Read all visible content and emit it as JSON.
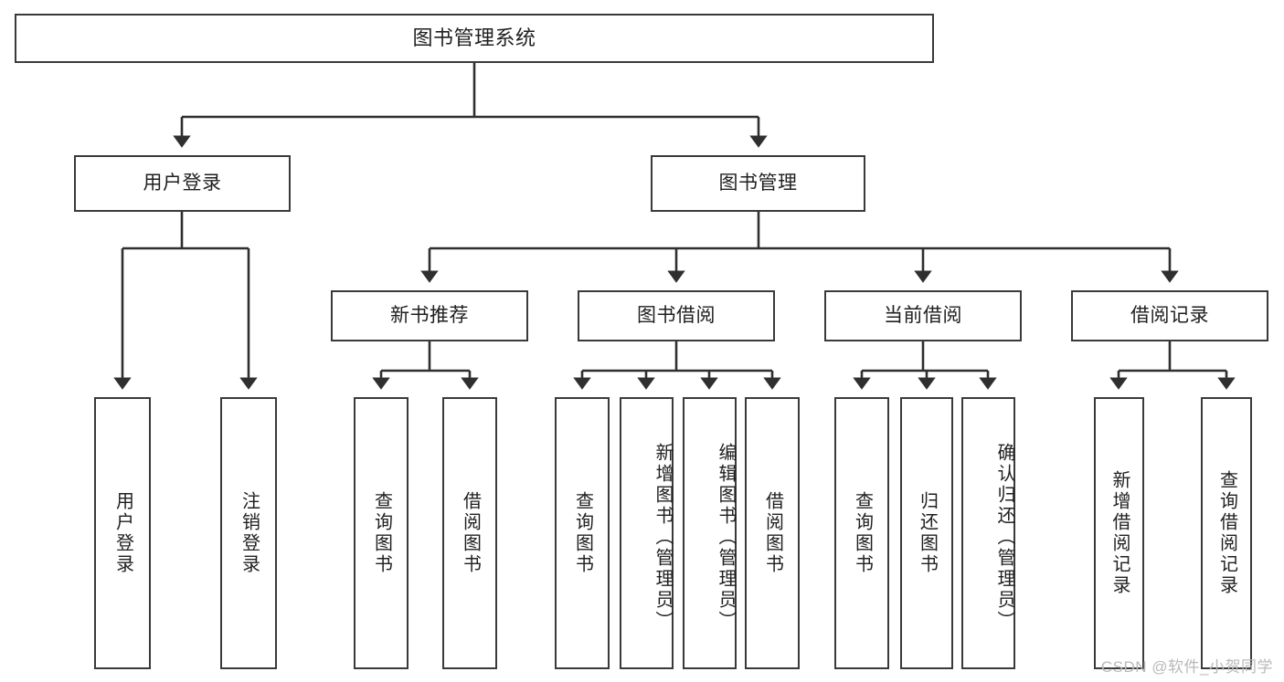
{
  "diagram": {
    "type": "tree-hierarchy",
    "title": "图书管理系统",
    "root": {
      "label": "图书管理系统"
    },
    "level2": [
      {
        "id": "user-login",
        "label": "用户登录"
      },
      {
        "id": "book-manage",
        "label": "图书管理"
      }
    ],
    "level3": [
      {
        "id": "new-book-rec",
        "label": "新书推荐",
        "parent": "book-manage"
      },
      {
        "id": "book-borrow",
        "label": "图书借阅",
        "parent": "book-manage"
      },
      {
        "id": "current-borrow",
        "label": "当前借阅",
        "parent": "book-manage"
      },
      {
        "id": "borrow-record",
        "label": "借阅记录",
        "parent": "book-manage"
      }
    ],
    "leaves": [
      {
        "id": "user-login",
        "label": "用户登录",
        "parent": "user-login"
      },
      {
        "id": "user-logout",
        "label": "注销登录",
        "parent": "user-login"
      },
      {
        "id": "query-book-1",
        "label": "查询图书",
        "parent": "new-book-rec"
      },
      {
        "id": "borrow-book-1",
        "label": "借阅图书",
        "parent": "new-book-rec"
      },
      {
        "id": "query-book-2",
        "label": "查询图书",
        "parent": "book-borrow"
      },
      {
        "id": "add-book",
        "label": "新增图书（管理员）",
        "parent": "book-borrow"
      },
      {
        "id": "edit-book",
        "label": "编辑图书（管理员）",
        "parent": "book-borrow"
      },
      {
        "id": "borrow-book-2",
        "label": "借阅图书",
        "parent": "book-borrow"
      },
      {
        "id": "query-book-3",
        "label": "查询图书",
        "parent": "current-borrow"
      },
      {
        "id": "return-book",
        "label": "归还图书",
        "parent": "current-borrow"
      },
      {
        "id": "confirm-return",
        "label": "确认归还（管理员）",
        "parent": "current-borrow"
      },
      {
        "id": "add-record",
        "label": "新增借阅记录",
        "parent": "borrow-record"
      },
      {
        "id": "query-record",
        "label": "查询借阅记录",
        "parent": "borrow-record"
      }
    ],
    "colors": {
      "background": "#ffffff",
      "box_border": "#3a3a3a",
      "box_fill": "#ffffff",
      "text": "#1f1f1f",
      "connector": "#2f2f2f",
      "watermark": "#b9b9b9"
    }
  },
  "watermark": {
    "text": "CSDN @软件_小贺同学"
  }
}
